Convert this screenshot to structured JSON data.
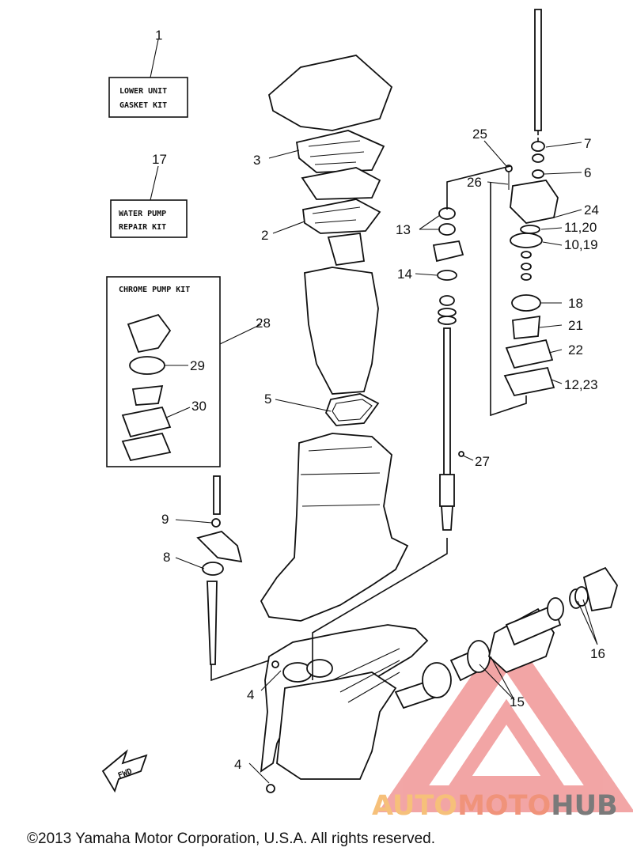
{
  "callouts": [
    "1",
    "17",
    "3",
    "2",
    "5",
    "28",
    "29",
    "30",
    "9",
    "8",
    "25",
    "26",
    "7",
    "6",
    "24",
    "11,20",
    "10,19",
    "13",
    "14",
    "18",
    "21",
    "22",
    "12,23",
    "27",
    "16",
    "15",
    "4",
    "4"
  ],
  "kits": {
    "lower_unit": [
      "LOWER UNIT",
      "GASKET KIT"
    ],
    "water_pump": [
      "WATER PUMP",
      "REPAIR KIT"
    ],
    "chrome_pump": "CHROME PUMP KIT"
  },
  "fwd": "FWD",
  "copyright": "©2013 Yamaha Motor Corporation, U.S.A. All rights reserved.",
  "watermark": {
    "part1": "AUTO",
    "part2": "MOTO",
    "part3": "HUB"
  },
  "colors": {
    "wm_light": "#f6c07a",
    "wm_red": "#e85c5c",
    "wm_gray": "#7a7a7a",
    "line": "#111111"
  }
}
